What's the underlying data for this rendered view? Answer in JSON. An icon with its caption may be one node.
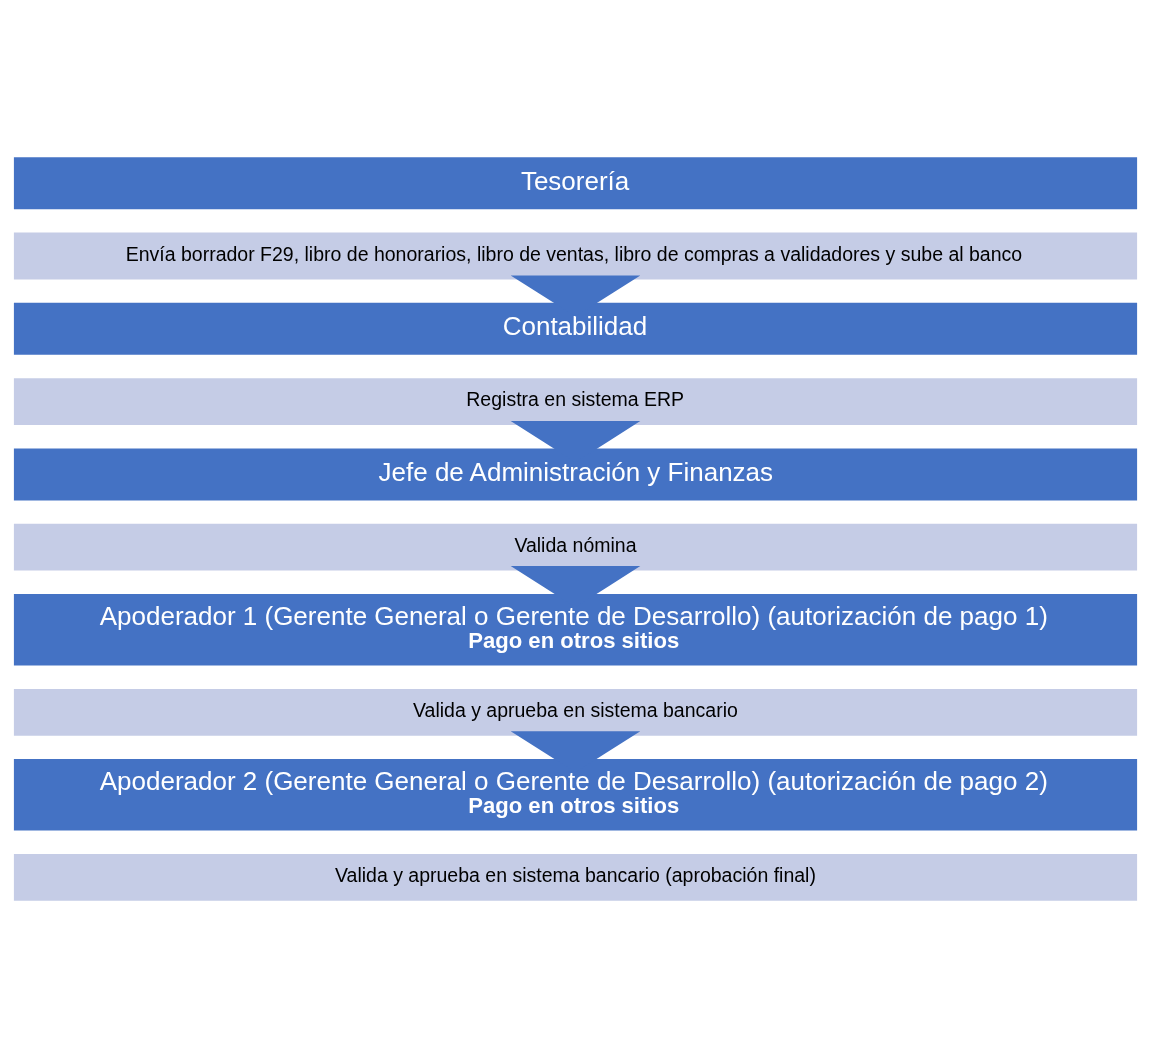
{
  "diagram": {
    "nodes": [
      {
        "text": [
          "Tesorería"
        ]
      },
      {
        "text": [
          "Envía borrador F29, libro de honorarios, libro de ventas, libro de compras a validadores y sube al banco"
        ]
      },
      {
        "text": [
          "Contabilidad"
        ]
      },
      {
        "text": [
          "Registra en sistema ERP"
        ]
      },
      {
        "text": [
          "Jefe de Administración y Finanzas"
        ]
      },
      {
        "text": [
          "Valida nómina"
        ]
      },
      {
        "text": [
          "Apoderador 1 (Gerente General o Gerente de Desarrollo) (autorización de pago 1)",
          "Pago en otros sitios"
        ]
      },
      {
        "text": [
          "Valida y aprueba en sistema bancario"
        ]
      },
      {
        "text": [
          "Apoderador 2 (Gerente General o Gerente de Desarrollo) (autorización de pago 2)",
          "Pago en otros sitios"
        ]
      },
      {
        "text": [
          "Valida y aprueba en sistema bancario (aprobación final)"
        ]
      }
    ],
    "edges": [
      {
        "from": 1,
        "to": 2,
        "arrow": "to",
        "style": "thick"
      },
      {
        "from": 3,
        "to": 4,
        "arrow": "to",
        "style": "thick"
      },
      {
        "from": 5,
        "to": 6,
        "arrow": "to",
        "style": "thick"
      },
      {
        "from": 7,
        "to": 8,
        "arrow": "to",
        "style": "thick"
      }
    ]
  }
}
